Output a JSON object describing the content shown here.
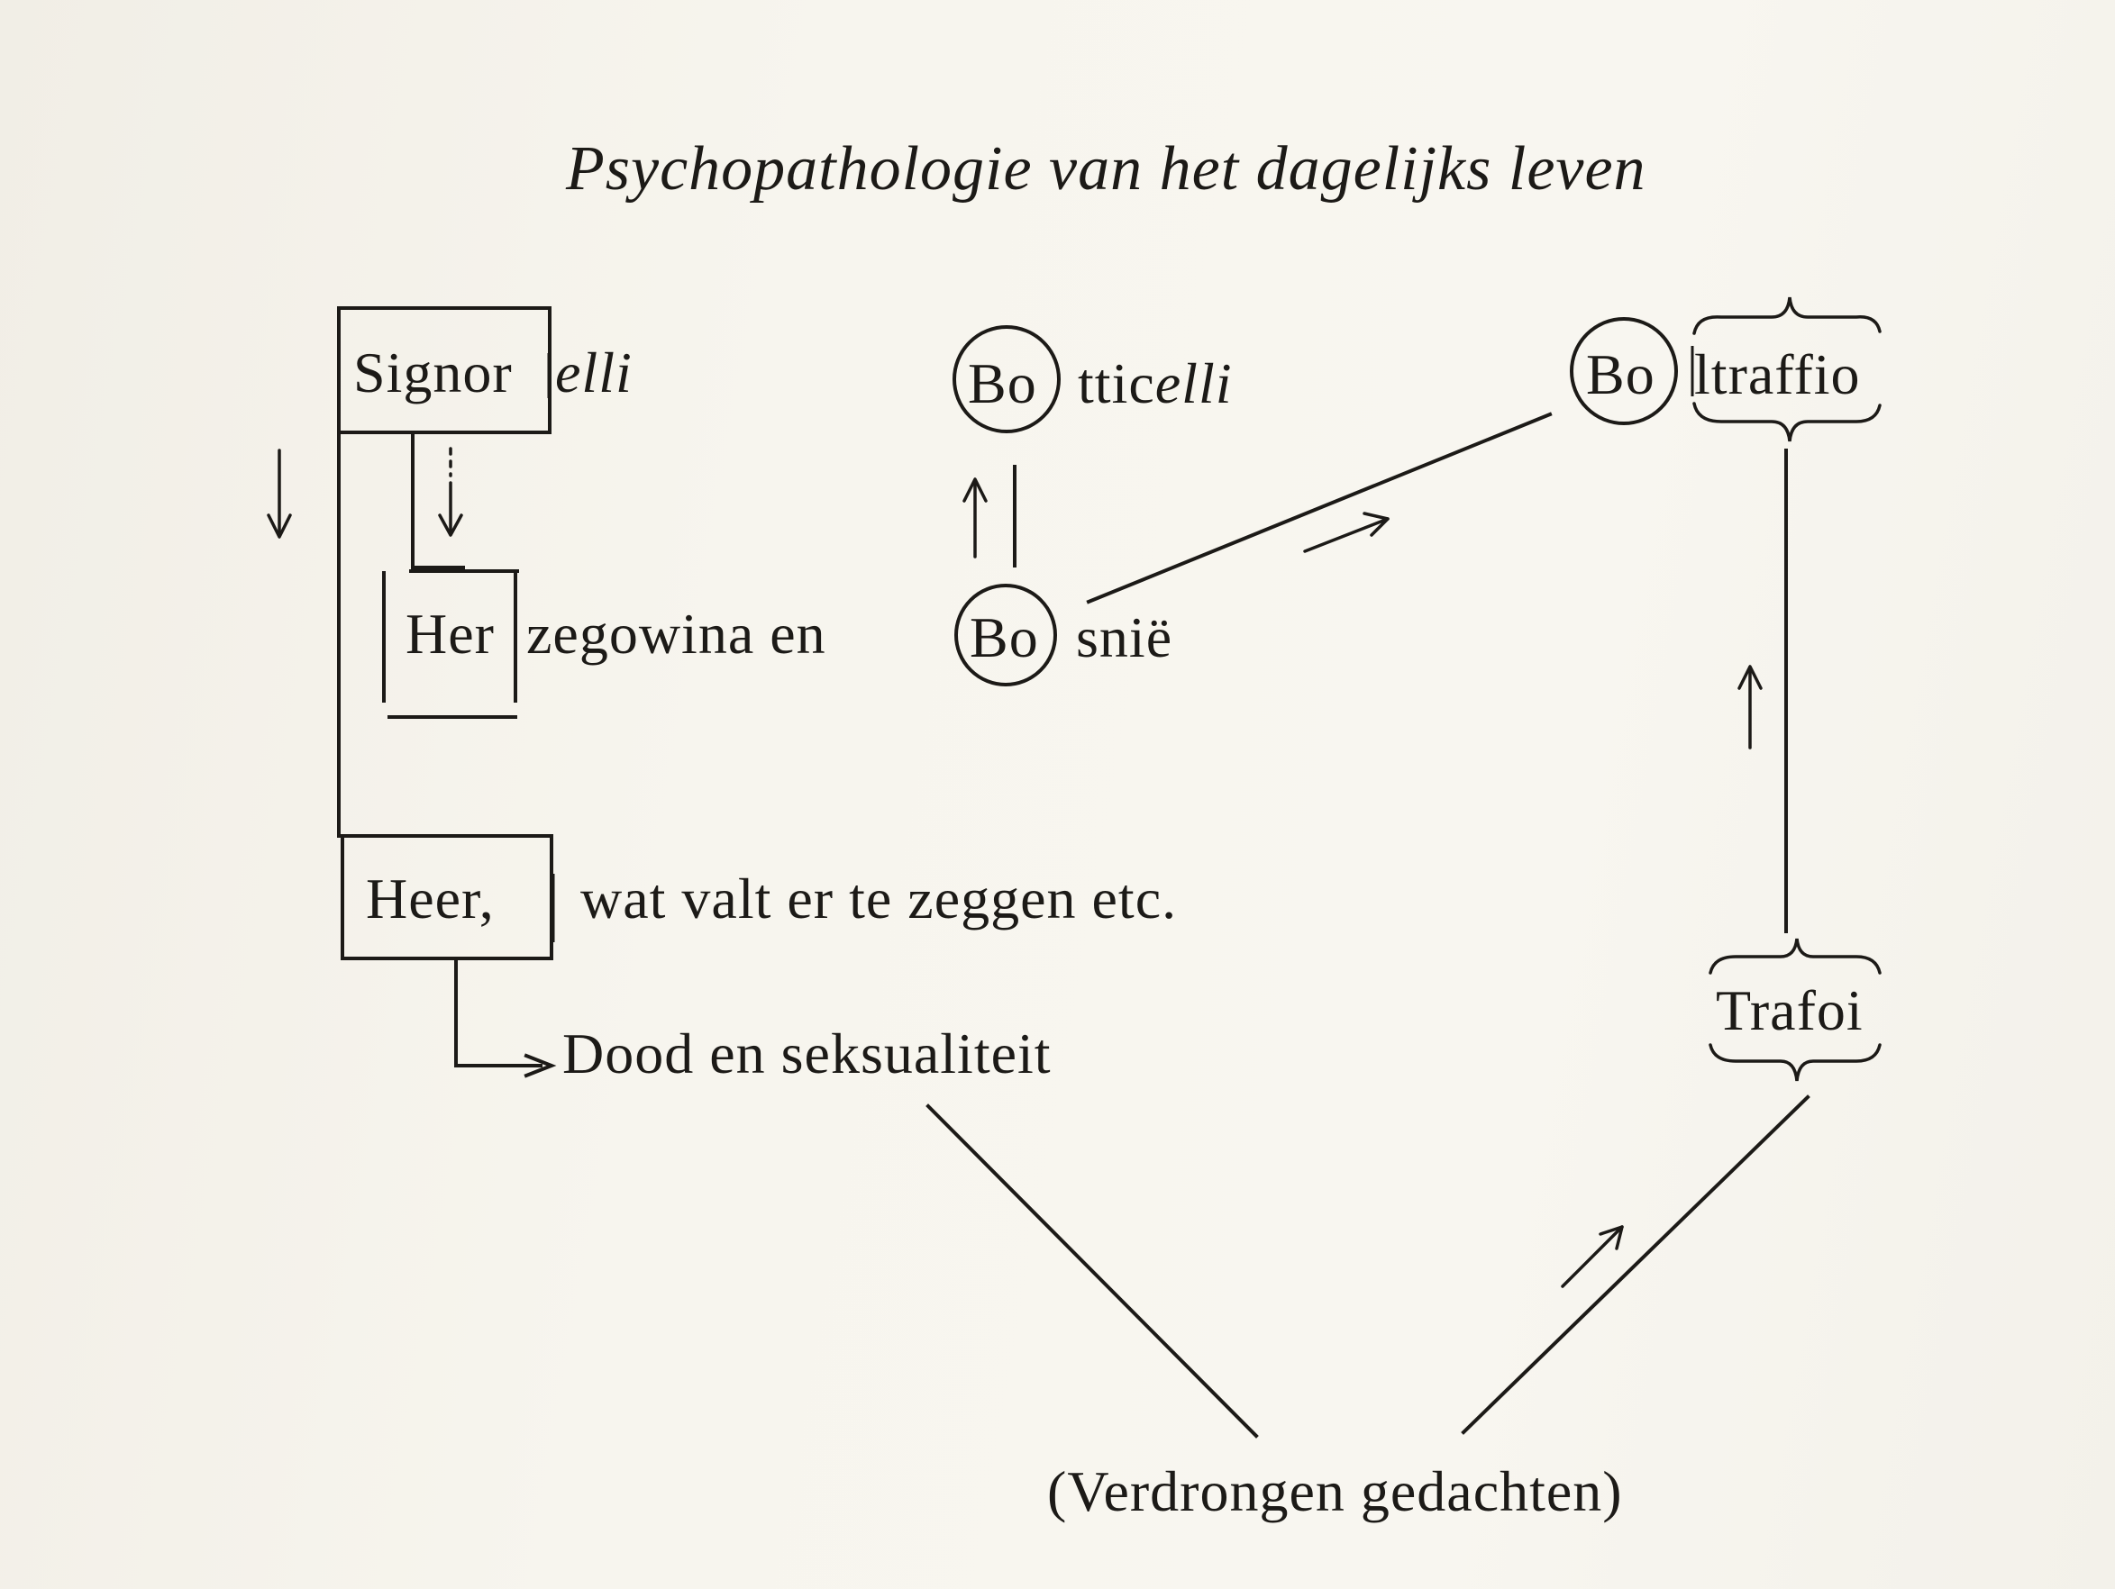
{
  "title": "Psychopathologie van het dagelijks leven",
  "nodes": {
    "signor": "Signor",
    "elli": "elli",
    "bo_botticelli": "Bo",
    "tticelli_tti": "ttic",
    "tticelli_elli": "elli",
    "bo_boltraffio": "Bo",
    "ltraffio": "ltraffio",
    "her": "Her",
    "zegowina": "zegowina en",
    "bo_bosnie": "Bo",
    "snie": "snië",
    "heer": "Heer,",
    "wat_valt": "wat valt er te zeggen etc.",
    "dood": "Dood en seksualiteit",
    "trafoi": "Trafoi",
    "verdrongen": "(Verdrongen gedachten)"
  },
  "colors": {
    "ink": "#1c1a17",
    "paper": "#f6f3ec"
  }
}
